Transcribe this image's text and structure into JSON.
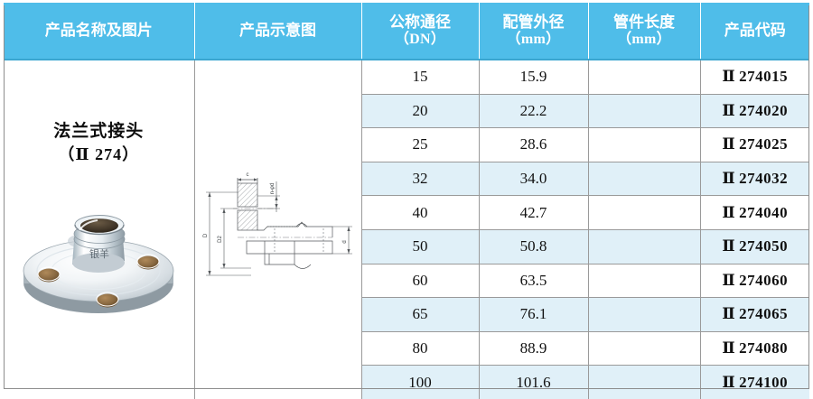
{
  "table": {
    "columns": [
      {
        "key": "name",
        "title": "产品名称及图片",
        "sub": ""
      },
      {
        "key": "draw",
        "title": "产品示意图",
        "sub": ""
      },
      {
        "key": "dn",
        "title": "公称通径",
        "sub": "（DN）"
      },
      {
        "key": "od",
        "title": "配管外径",
        "sub": "（mm）"
      },
      {
        "key": "len",
        "title": "管件长度",
        "sub": "（mm）"
      },
      {
        "key": "code",
        "title": "产品代码",
        "sub": ""
      }
    ],
    "product": {
      "name": "法兰式接头",
      "series": "（Ⅱ 274）",
      "photo_alt": "flange-adapter-photo",
      "drawing_alt": "flange-adapter-section-drawing",
      "photo_brand_text": "银羊",
      "drawing_labels": {
        "thickness": "c",
        "holes": "n-φd",
        "outer_diameter": "D",
        "bolt_circle": "D2",
        "pipe_diameter": "d"
      }
    },
    "rows": [
      {
        "dn": "15",
        "od": "15.9",
        "len": "",
        "code_rn": "Ⅱ",
        "code_num": "274015"
      },
      {
        "dn": "20",
        "od": "22.2",
        "len": "",
        "code_rn": "Ⅱ",
        "code_num": "274020"
      },
      {
        "dn": "25",
        "od": "28.6",
        "len": "",
        "code_rn": "Ⅱ",
        "code_num": "274025"
      },
      {
        "dn": "32",
        "od": "34.0",
        "len": "",
        "code_rn": "Ⅱ",
        "code_num": "274032"
      },
      {
        "dn": "40",
        "od": "42.7",
        "len": "",
        "code_rn": "Ⅱ",
        "code_num": "274040"
      },
      {
        "dn": "50",
        "od": "50.8",
        "len": "",
        "code_rn": "Ⅱ",
        "code_num": "274050"
      },
      {
        "dn": "60",
        "od": "63.5",
        "len": "",
        "code_rn": "Ⅱ",
        "code_num": "274060"
      },
      {
        "dn": "65",
        "od": "76.1",
        "len": "",
        "code_rn": "Ⅱ",
        "code_num": "274065"
      },
      {
        "dn": "80",
        "od": "88.9",
        "len": "",
        "code_rn": "Ⅱ",
        "code_num": "274080"
      },
      {
        "dn": "100",
        "od": "101.6",
        "len": "",
        "code_rn": "Ⅱ",
        "code_num": "274100"
      }
    ]
  },
  "colors": {
    "header_bg": "#4fbde9",
    "header_text": "#ffffff",
    "row_alt_bg": "#e0f0f8",
    "grid_line": "#9a9a9a",
    "body_text": "#111111"
  }
}
